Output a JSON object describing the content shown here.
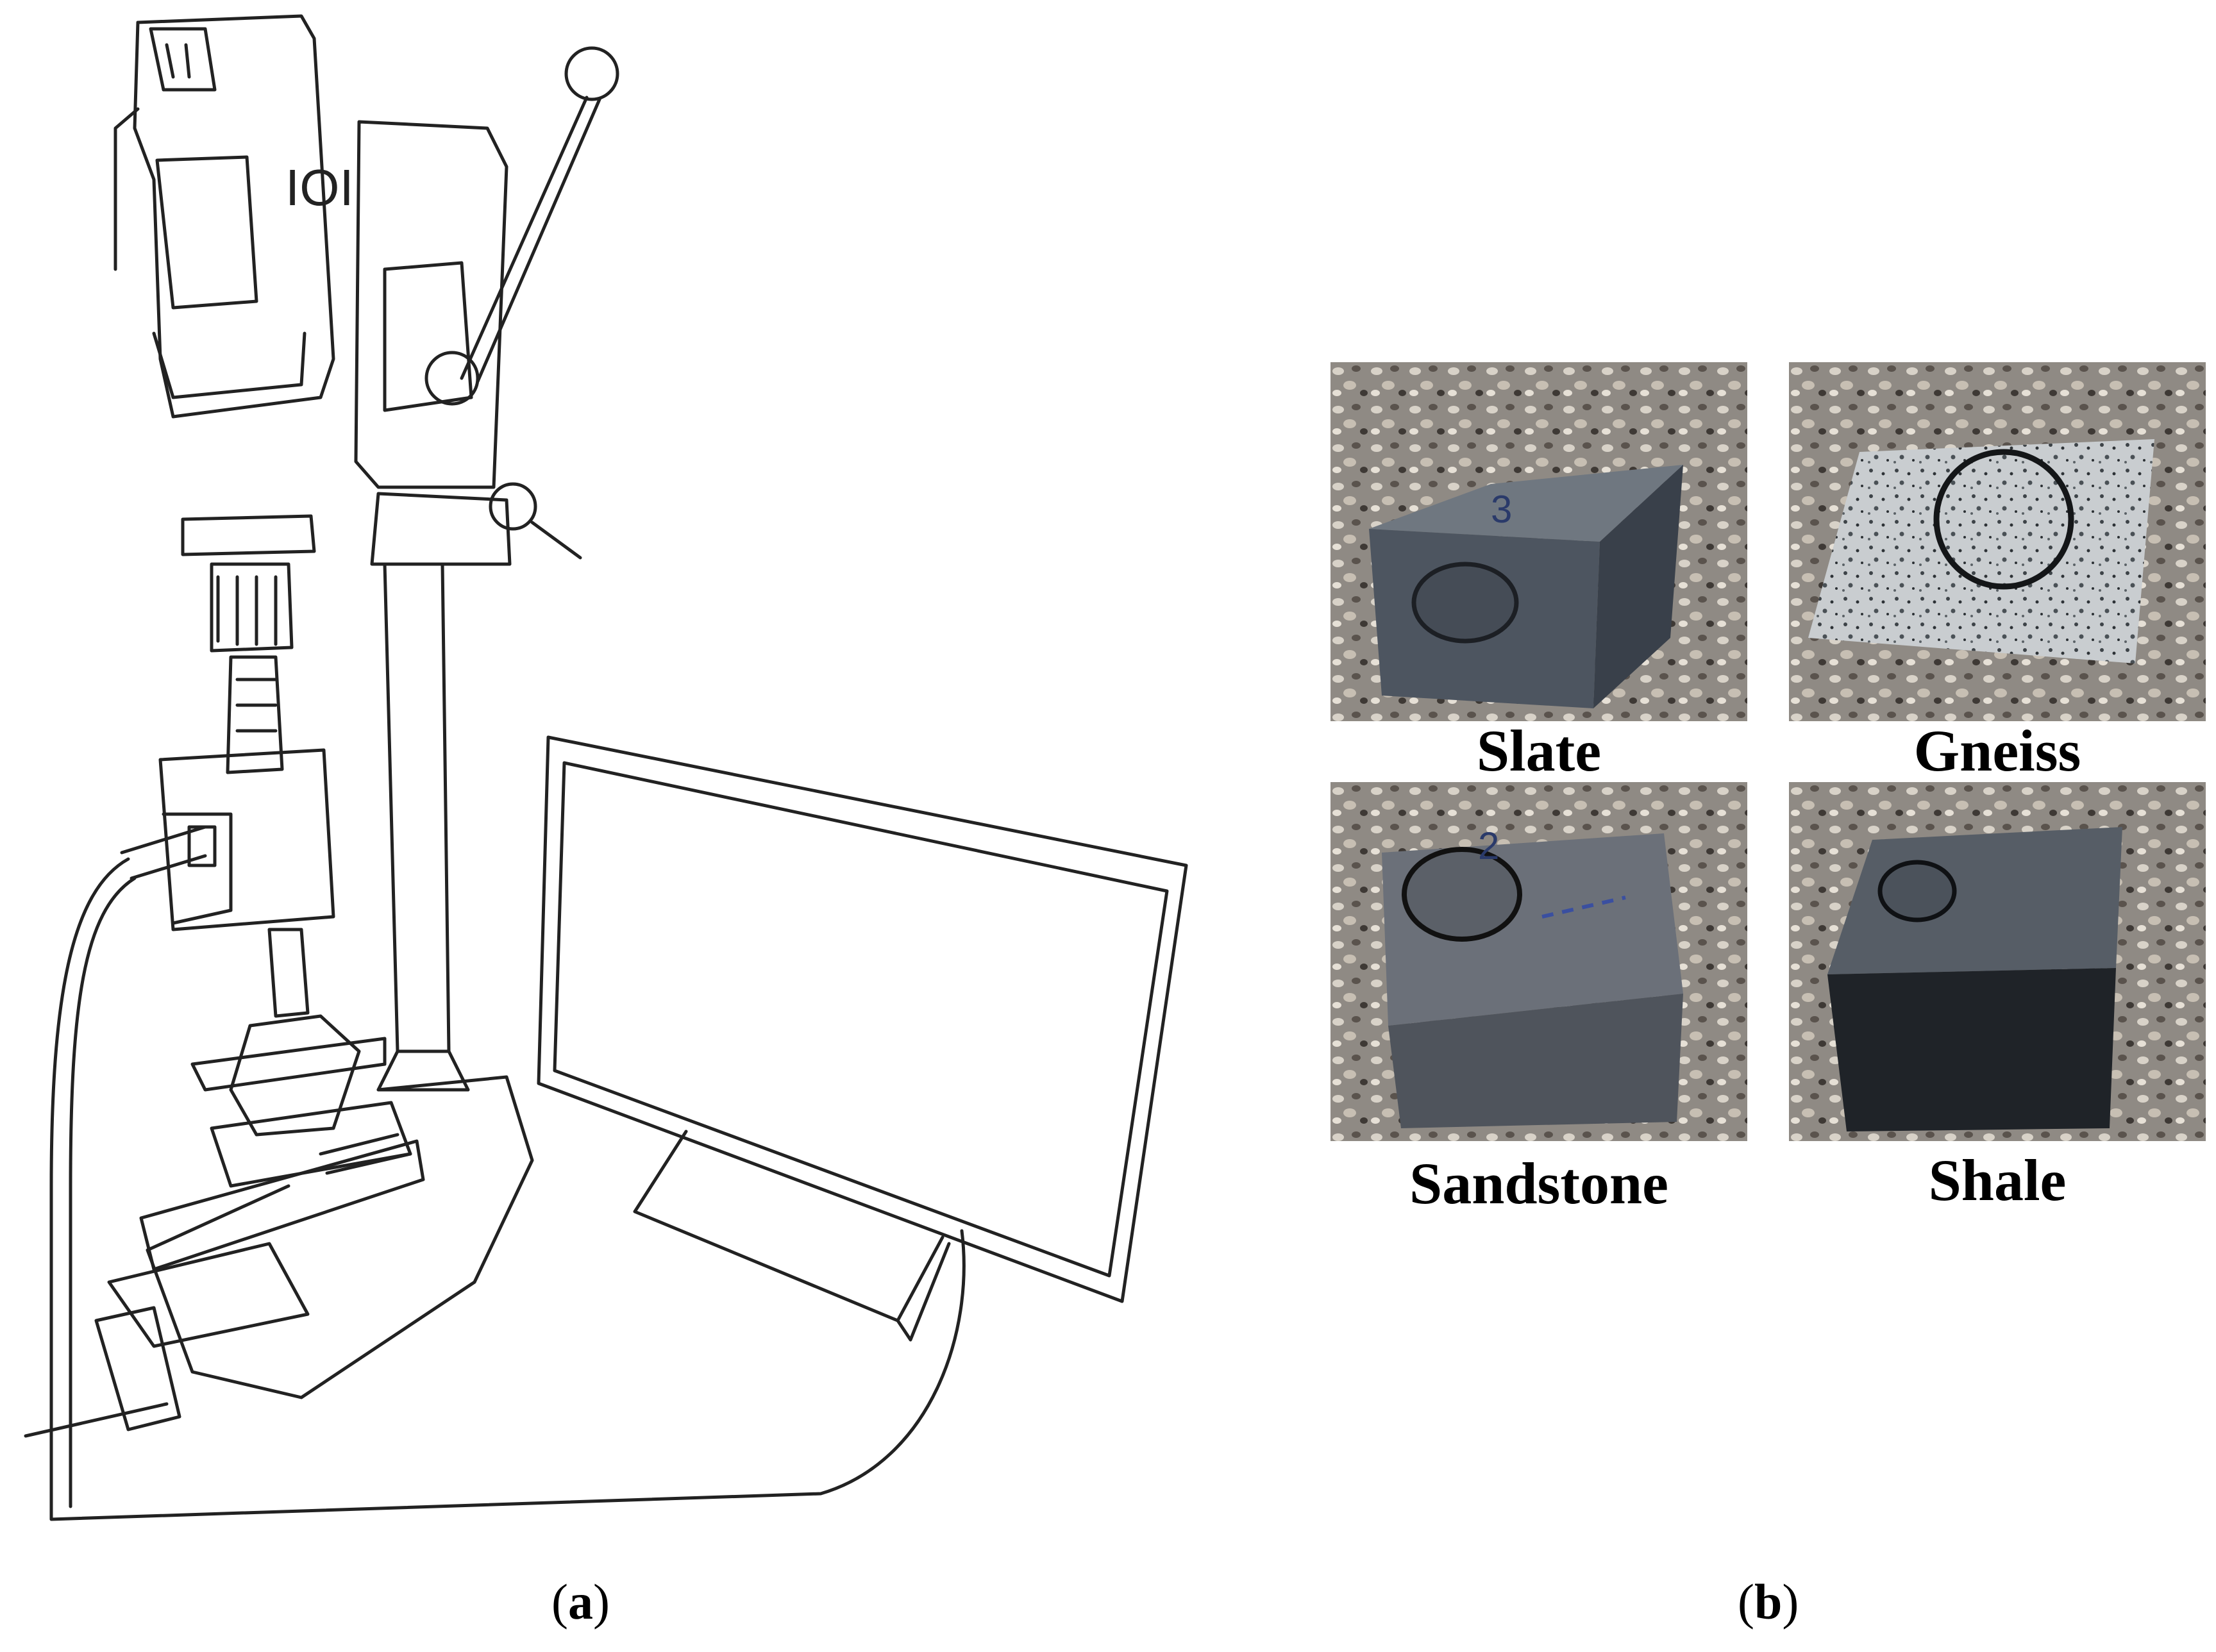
{
  "panel_a": {
    "caption_open": "(",
    "caption_letter": "a",
    "caption_close": ")"
  },
  "panel_b": {
    "caption_open": "(",
    "caption_letter": "b",
    "caption_close": ")",
    "samples": [
      {
        "name": "Slate",
        "marking": "3"
      },
      {
        "name": "Gneiss",
        "marking": ""
      },
      {
        "name": "Sandstone",
        "marking": "2"
      },
      {
        "name": "Shale",
        "marking": ""
      }
    ]
  },
  "colors": {
    "line_art": "#222222",
    "slate": "#4d5560",
    "gneiss": "#c9cdd0",
    "sandstone": "#5b6068",
    "shale": "#1f2328",
    "terrazzo": "#8f8a84"
  }
}
